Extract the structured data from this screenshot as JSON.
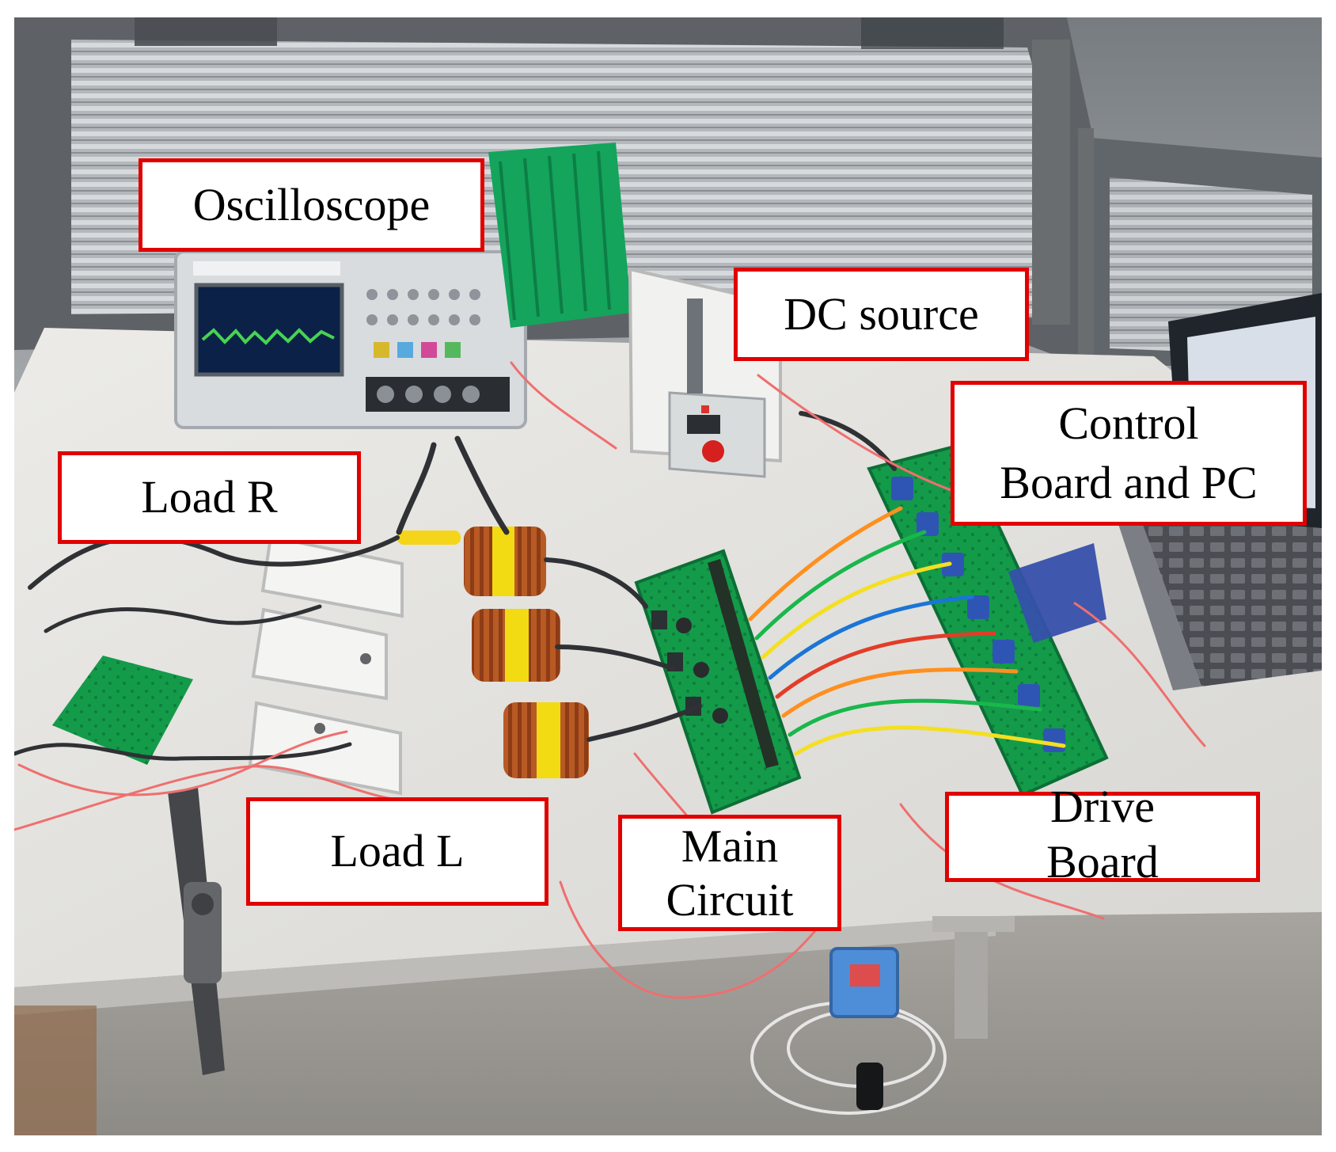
{
  "figure": {
    "labels": {
      "oscilloscope": "Oscilloscope",
      "dc_source": "DC source",
      "control_board_line_1": "Control",
      "control_board_line_2": "Board and PC",
      "load_r": "Load R",
      "load_l": "Load L",
      "main_circuit_line_1": "Main",
      "main_circuit_line_2": "Circuit",
      "drive_board_line_1": "Drive",
      "drive_board_line_2": "Board"
    },
    "colors": {
      "label_border": "#e10000",
      "label_background": "#ffffff",
      "label_text": "#000000"
    }
  }
}
